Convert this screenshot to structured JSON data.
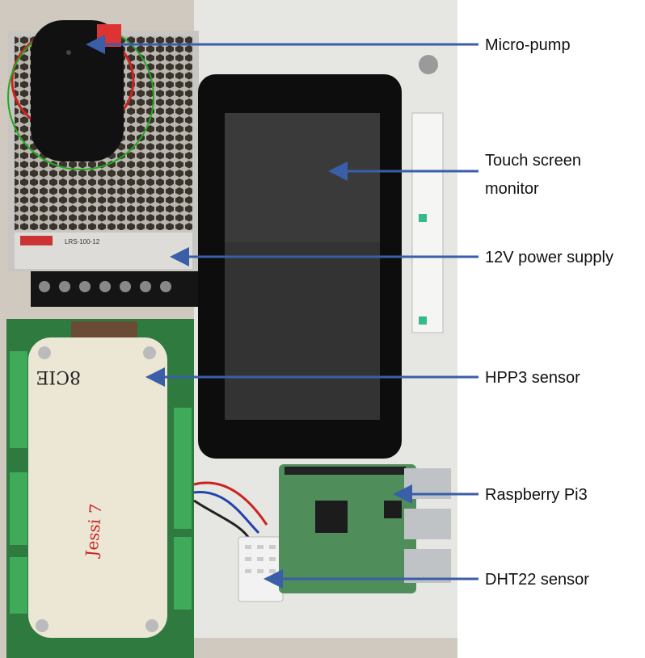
{
  "labels": {
    "micro_pump": "Micro-pump",
    "touch_screen_line1": "Touch screen",
    "touch_screen_line2": "monitor",
    "power_supply": "12V power supply",
    "hpp3": "HPP3 sensor",
    "raspberry": "Raspberry Pi3",
    "dht22": "DHT22 sensor"
  },
  "handwriting": {
    "sensor_id": "8CIE",
    "sensor_name": "Jessi 7"
  },
  "power_supply_model": "LRS-100-12",
  "colors": {
    "arrow": "#3a5ea8",
    "pcb": "#2f7a3e",
    "screen": "#0d0d0d"
  }
}
